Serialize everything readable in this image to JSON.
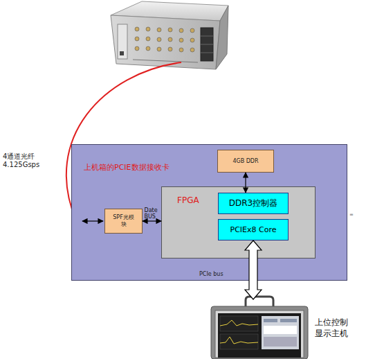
{
  "diagram": {
    "nodes": [
      {
        "text": [
          "上机箱的PCIE数据接收卡",
          "PCIe bus"
        ]
      },
      {
        "text": [
          "4GB DDR"
        ],
        "in": 0
      },
      {
        "text": [
          "SPF光模块"
        ],
        "in": 0
      },
      {
        "text": [
          "FPGA"
        ],
        "in": 0
      },
      {
        "text": [
          "DDR3控制器"
        ],
        "in": 3
      },
      {
        "text": [
          "PCIEx8 Core"
        ],
        "in": 3
      },
      {
        "text": [
          "上位控制 显示主机"
        ]
      }
    ],
    "edges": [
      {
        "from": 2,
        "to": 3,
        "label": "Date BUS",
        "arrow": "both"
      },
      {
        "from": 1,
        "to": 4,
        "arrow": "both"
      },
      {
        "from": 5,
        "to": 6,
        "arrow": "both"
      }
    ],
    "labels": [
      "4通道光纤 4.125Gsps",
      "="
    ]
  }
}
